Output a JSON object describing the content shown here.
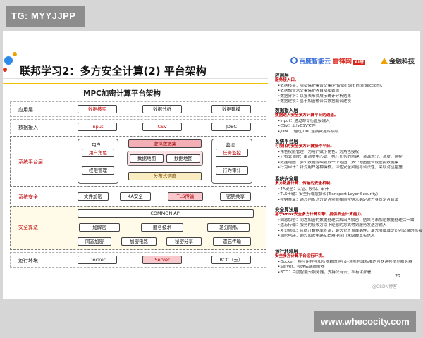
{
  "watermarks": {
    "top": "TG: MYYJJPP",
    "bottom": "www.whecocity.com"
  },
  "slide": {
    "title": "联邦学习2：多方安全计算(2) 平台架构",
    "page_number": "22",
    "csdn_mark": "@CSDN博客",
    "logos": [
      {
        "text": "百度智能云",
        "icon": "baidu-cloud-logo"
      },
      {
        "text": "雷锋网",
        "tag": "AI研",
        "icon": "leiphone-logo"
      },
      {
        "text": "金融科技",
        "icon": "fintech-logo"
      }
    ],
    "colors": {
      "accent": "#f2c200",
      "label_red": "#c00000",
      "box_pink": "#f8c8cc"
    }
  },
  "diagram": {
    "title": "MPC加密计算平台架构",
    "layers": {
      "app": {
        "label": "应用层",
        "boxes": [
          "数据核实",
          "数据分析",
          "数据建模"
        ]
      },
      "ingest": {
        "label": "数据接入",
        "boxes": [
          "Input",
          "CSV",
          "JDBC"
        ]
      },
      "platform": {
        "label": "系统平台层",
        "users_panel": {
          "label": "用户",
          "boxes": [
            "用户角色",
            "权限管理"
          ]
        },
        "virtual": {
          "header": "虚拟数据集",
          "boxes": [
            "数据地图",
            "数据地图"
          ],
          "footer": "分布式调度"
        },
        "monitor_panel": {
          "label": "监控",
          "boxes": [
            "任务监控",
            "行为审计"
          ]
        }
      },
      "security": {
        "label": "系统安全",
        "boxes": [
          "文件加密",
          "4A安全",
          "TLS传输",
          "密钥共享"
        ]
      },
      "algorithm": {
        "label": "安全算法",
        "common_api": "COMMON API",
        "row1": [
          "加解密",
          "匿名技术",
          "差分隐私"
        ],
        "row2": [
          "同态加密",
          "加密电路",
          "秘密分享",
          "遗忘传输"
        ]
      },
      "runtime": {
        "label": "运行环境",
        "boxes": [
          "Docker",
          "Server",
          "BCC（云）"
        ]
      }
    }
  },
  "notes": [
    {
      "title": "应用层",
      "subtitle": "服务接入口。",
      "items": [
        "数据核实：隐私保护集合交集(Private Set Intersection)，",
        "数据融合求交集保护各自隐私数据",
        "数据分析：以报表形式展示统计分析结果",
        "数据建模：基于加密融合后数据联合建模"
      ]
    },
    {
      "title": "数据接入层",
      "subtitle": "数据进入安全多方计算平台的通道。",
      "items": [
        "Input：通过命令行直接输入",
        "CSV：上传CSV文件",
        "JDBC：通过JDBC连接数据库读取"
      ]
    },
    {
      "title": "系统平台层",
      "subtitle": "可视化的安全多方计算操作平台。",
      "items": [
        "角色权限管理：为用户赋予角色，为角色授权",
        "分布式调度：由调度中心统一执行任务的创建、资源划分、调度、监控",
        "数据地图：多个数据源映射成一个地图，多个地图整合成虚拟数据集",
        "行为审计：针对用户各种操作，评估安全风险与合法性，采取对应措施"
      ]
    },
    {
      "title": "系统安全层",
      "subtitle": "多方数据计算、传输的安全机制。",
      "items": [
        "4A安全：认证、授权、审计",
        "TLS传输：安全传输层协议(Transport Layer Security)",
        "密钥共享：通过判断对方是否掌握相同密钥来确定对方身份是否合法"
      ]
    },
    {
      "title": "安全算法层",
      "subtitle": "基于Privc安全多方计算引擎，提供安全计算能力。",
      "items": [
        "同态加密：同态加密的数据处理后解出再解密，结果与未加密数据处理后一致",
        "遗忘传输：服务的接收方以不经意的方式得到服务发送方输入",
        "差分隐私：从统计数据库查询，最大化查询准确性，最大限度减少识别记录的机会",
        "加密电路：通过加密电路乱码器中间门来隐蔽真实信息"
      ]
    },
    {
      "title": "运行环境层",
      "subtitle": "安全多方计算平台运行环境。",
      "items": [
        "Docker：将应用程序和所依赖的运行环境打包成标准的可快速移植到服务器",
        "Server：物理后端服务器",
        "BCC：百度智能云服务器，支持公有云、私有化部署"
      ]
    }
  ]
}
